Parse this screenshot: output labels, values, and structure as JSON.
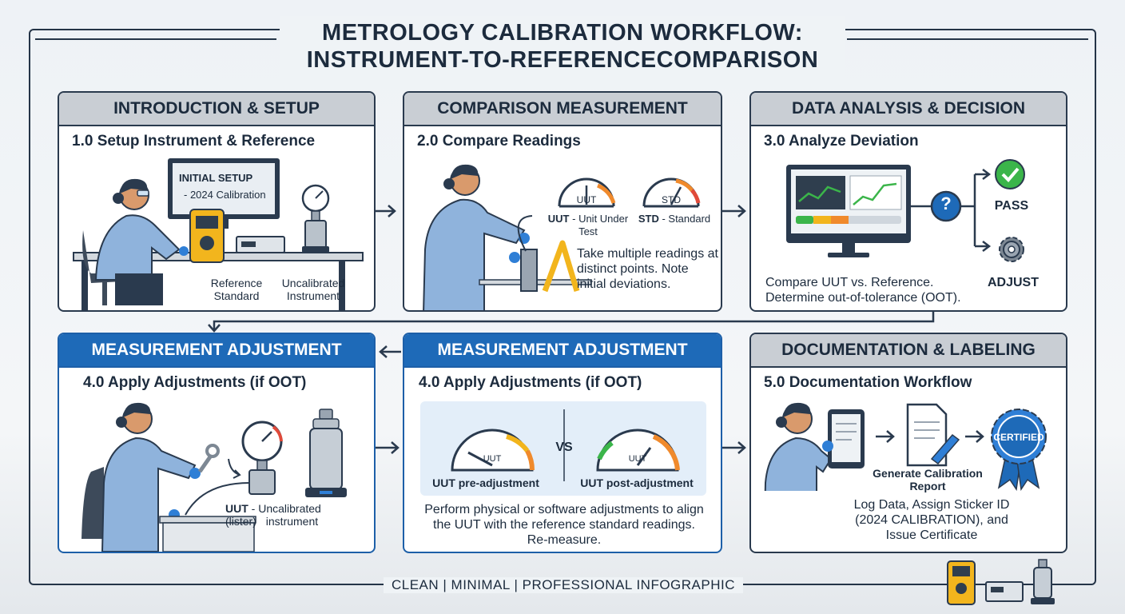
{
  "title": {
    "line1": "METROLOGY CALIBRATION WORKFLOW:",
    "line2": "INSTRUMENT-TO-REFERENCECOMPARISON"
  },
  "panels": {
    "p1": {
      "header": "INTRODUCTION & SETUP",
      "step": "1.0 Setup Instrument & Reference",
      "monitor_line1": "INITIAL SETUP",
      "monitor_line2": "- 2024 Calibration",
      "label_ref": "Reference Standard",
      "label_uncal": "Uncalibrated Instrument"
    },
    "p2": {
      "header": "COMPARISON MEASUREMENT",
      "step": "2.0 Compare Readings",
      "gauge_uut": "UUT",
      "gauge_std": "STD",
      "uut_label_bold": "UUT",
      "uut_label_rest": "- Unit Under Test",
      "std_label_bold": "STD",
      "std_label_rest": "- Standard",
      "note": "Take multiple readings at distinct points. Note initial deviations."
    },
    "p3": {
      "header": "DATA ANALYSIS & DECISION",
      "step": "3.0 Analyze Deviation",
      "question": "?",
      "pass": "PASS",
      "adjust": "ADJUST",
      "note": "Compare UUT vs. Reference. Determine out-of-tolerance (OOT)."
    },
    "p4": {
      "header": "MEASUREMENT ADJUSTMENT",
      "step": "4.0 Apply Adjustments (if OOT)",
      "uut_bold": "UUT",
      "uut_rest": "- Uncalibrated",
      "uut_line2a": "(lister)",
      "uut_line2b": "instrument"
    },
    "p5": {
      "header": "MEASUREMENT ADJUSTMENT",
      "step": "4.0 Apply Adjustments (if OOT)",
      "gauge_left": "UUT",
      "gauge_right": "UUT",
      "vs": "VS",
      "pre": "UUT pre-adjustment",
      "post": "UUT post-adjustment",
      "note": "Perform physical or software adjustments to align the UUT with the reference standard readings. Re-measure."
    },
    "p6": {
      "header": "DOCUMENTATION & LABELING",
      "step": "5.0 Documentation Workflow",
      "report": "Generate Calibration Report",
      "badge": "CERTIFIED",
      "note": "Log Data, Assign Sticker ID (2024 CALIBRATION), and Issue Certificate"
    }
  },
  "footer": "CLEAN | MINIMAL | PROFESSIONAL INFOGRAPHIC",
  "colors": {
    "navy": "#1c2b3d",
    "header_gray": "#c9ced4",
    "header_blue": "#1e6ab8",
    "skin": "#d99a6c",
    "coat": "#8fb3dc",
    "glove": "#2f7fd6",
    "yellow": "#f2b51d",
    "pass_green": "#3bb54a"
  },
  "icons": [
    "scientist-icon",
    "gauge-icon",
    "monitor-icon",
    "checkmark-icon",
    "gear-icon",
    "question-icon",
    "tablet-icon",
    "document-icon",
    "certified-badge-icon",
    "wrench-icon",
    "multimeter-icon"
  ]
}
